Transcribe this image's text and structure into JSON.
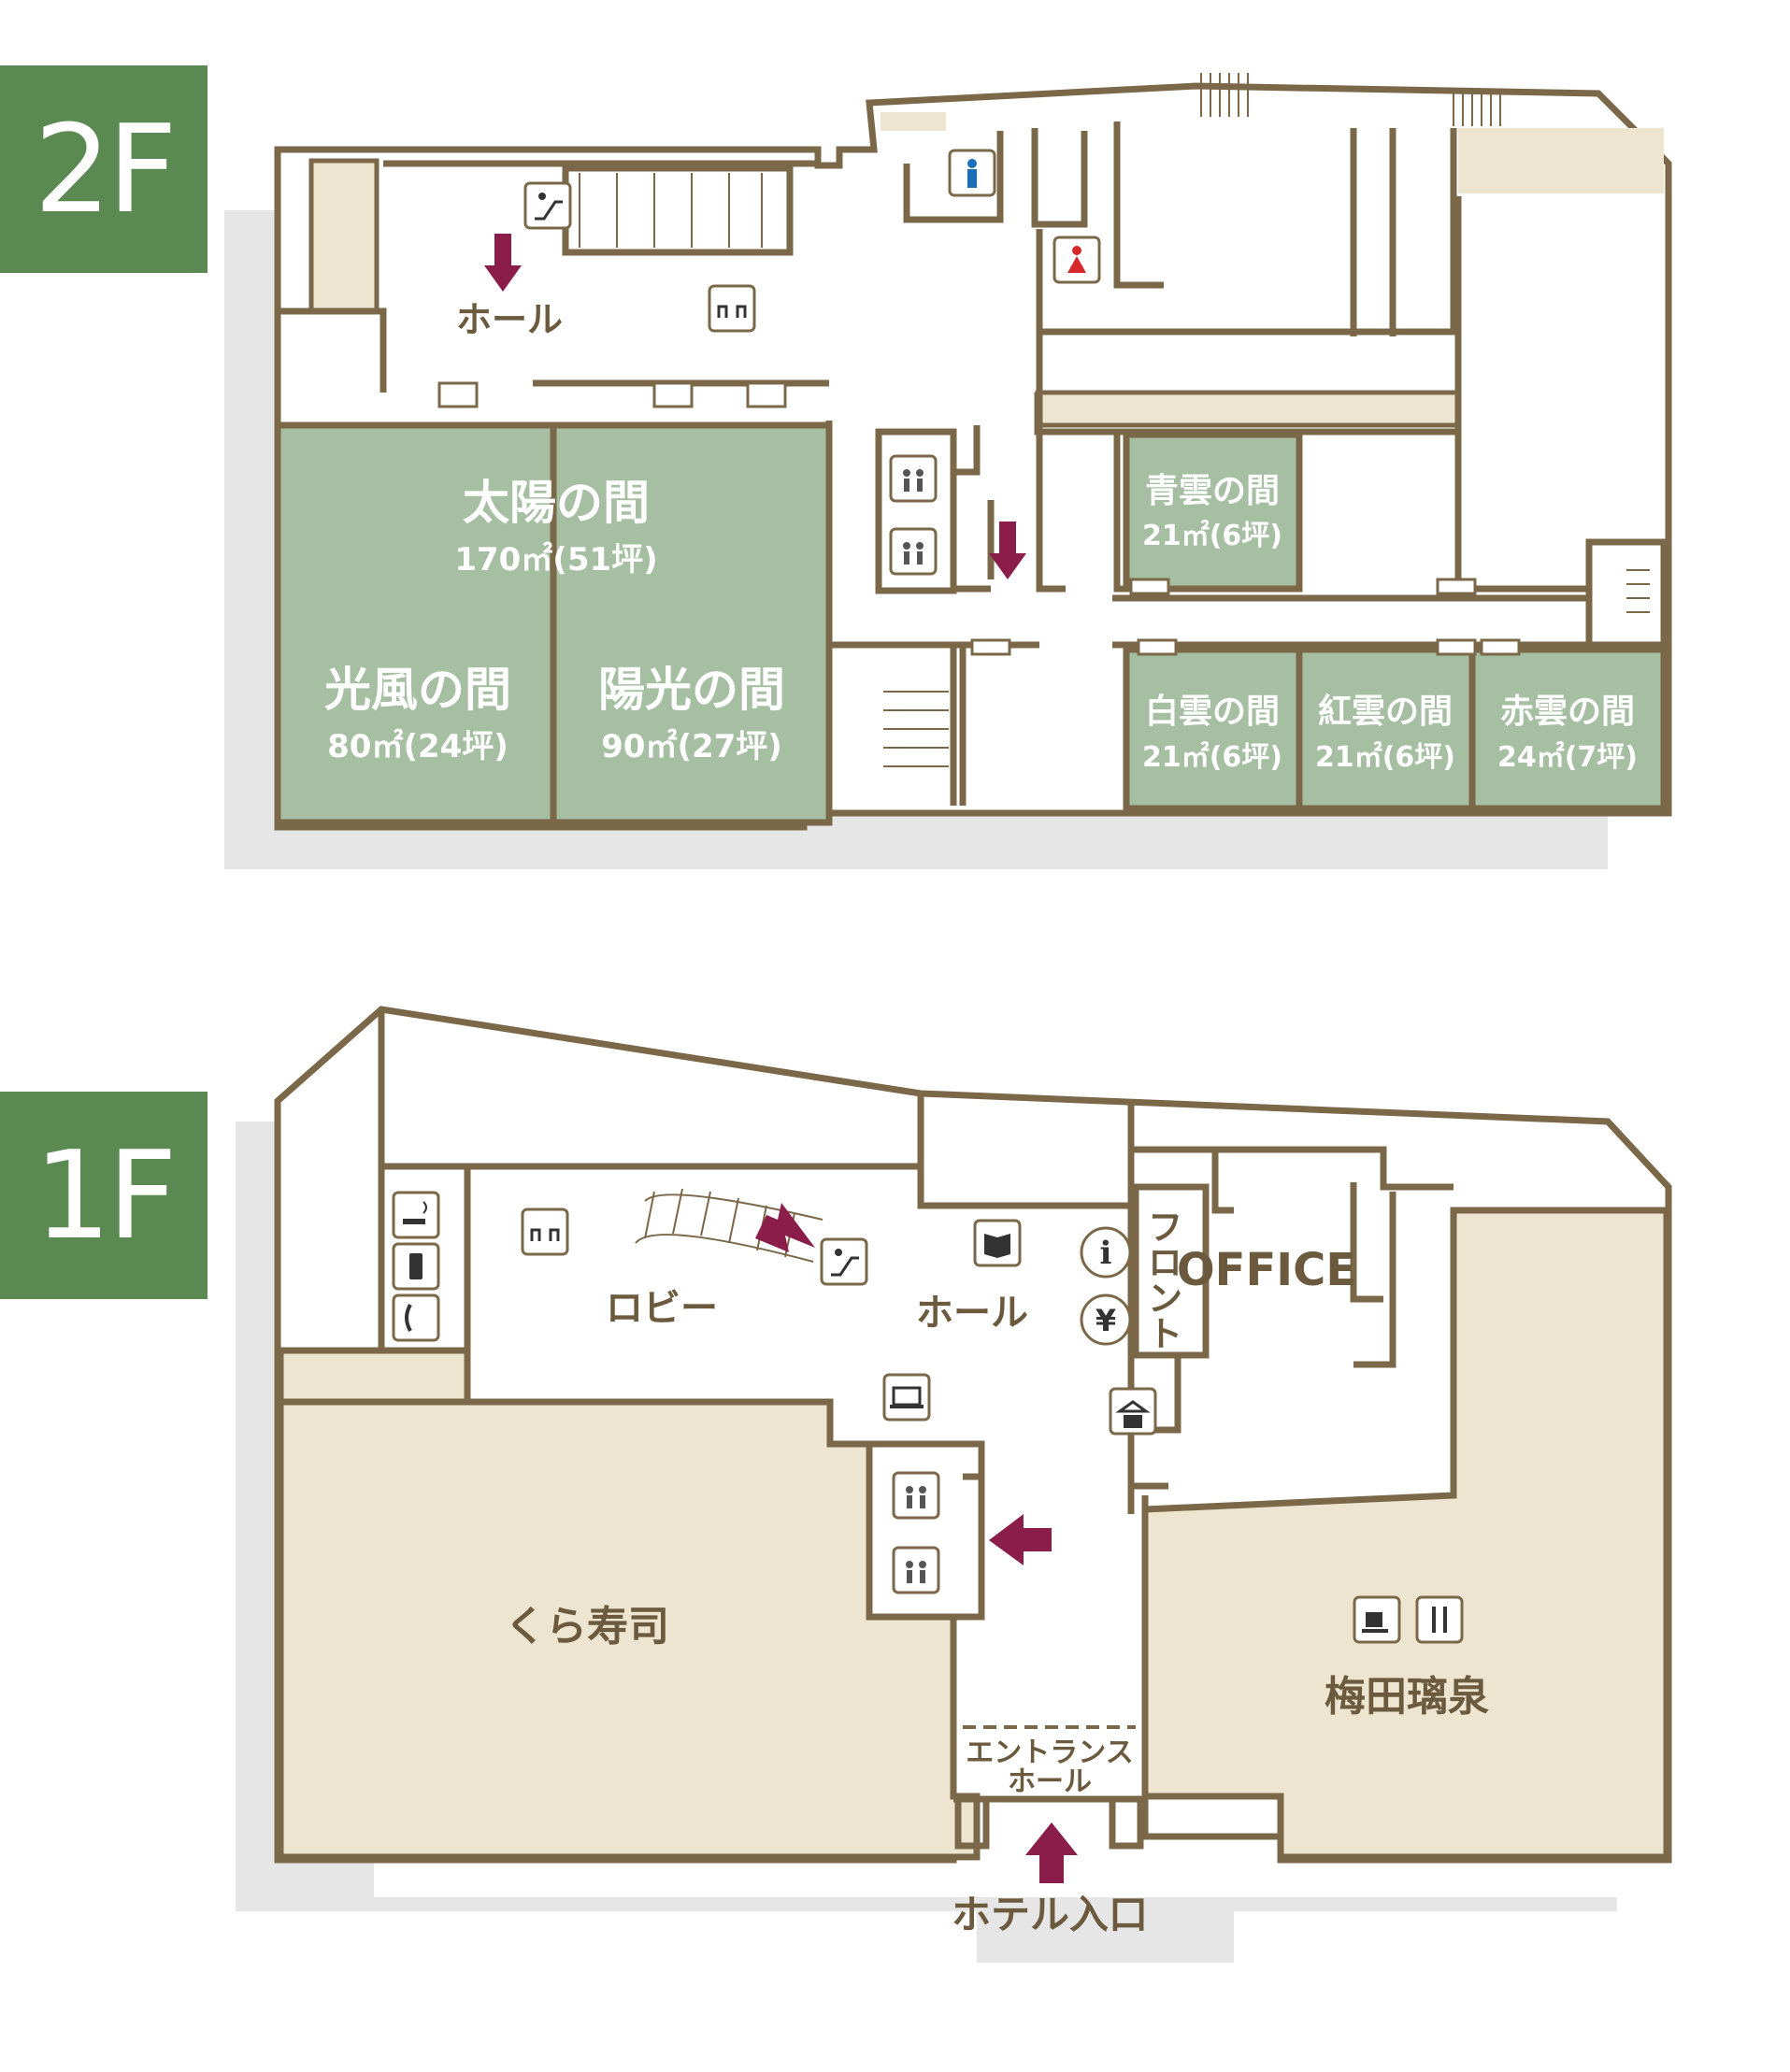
{
  "floors": {
    "f2": {
      "label": "2F",
      "hall": "ホール",
      "rooms": {
        "taiyo": {
          "name": "太陽の間",
          "area": "170㎡(51坪)"
        },
        "kofu": {
          "name": "光風の間",
          "area": "80㎡(24坪)"
        },
        "yoko": {
          "name": "陽光の間",
          "area": "90㎡(27坪)"
        },
        "seiun": {
          "name": "青雲の間",
          "area": "21㎡(6坪)"
        },
        "hakuun": {
          "name": "白雲の間",
          "area": "21㎡(6坪)"
        },
        "koun": {
          "name": "紅雲の間",
          "area": "21㎡(6坪)"
        },
        "sekiun": {
          "name": "赤雲の間",
          "area": "24㎡(7坪)"
        }
      }
    },
    "f1": {
      "label": "1F",
      "lobby": "ロビー",
      "hall": "ホール",
      "front": "フロント",
      "office": "OFFICE",
      "kura": "くら寿司",
      "rizumi": "梅田璃泉",
      "entrance_hall_1": "エントランス",
      "entrance_hall_2": "ホール",
      "hotel_entrance": "ホテル入口"
    }
  },
  "colors": {
    "wall": "#7a6848",
    "room_green": "#a6bfa3",
    "tenant_beige": "#ede5cf",
    "arrow": "#8a1d4a",
    "badge": "#5a8a52"
  },
  "icons": [
    "escalator-icon",
    "sofa-icon",
    "elevator-icon",
    "toilet-male-icon",
    "toilet-female-icon",
    "smoking-icon",
    "mobile-phone-icon",
    "telephone-icon",
    "book-icon",
    "info-icon",
    "yen-icon",
    "laptop-icon",
    "cloakroom-icon",
    "coffee-icon",
    "restaurant-icon"
  ]
}
